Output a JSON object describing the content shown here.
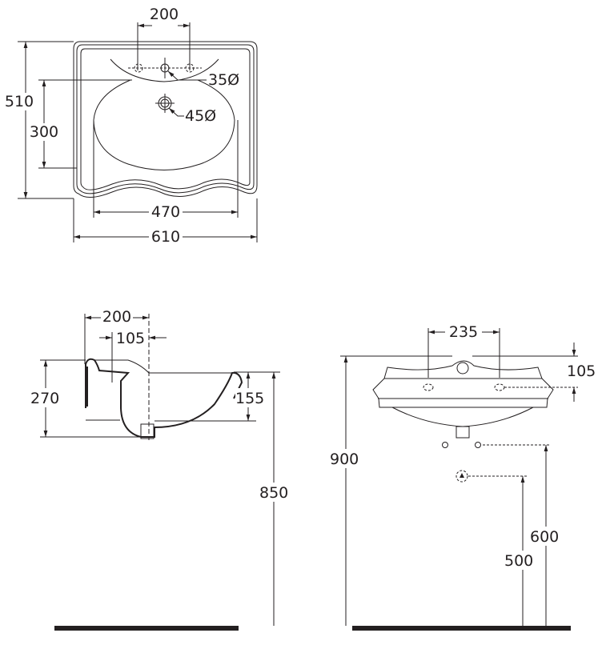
{
  "top_view": {
    "width_tap_spacing": "200",
    "overall_depth": "510",
    "bowl_depth": "300",
    "bowl_width": "470",
    "overall_width": "610",
    "tap_hole": "35Ø",
    "waste_hole": "45Ø"
  },
  "side_view": {
    "back_to_tap": "200",
    "tap_offset": "105",
    "overall_height": "270",
    "bowl_height": "155",
    "mount_height": "850"
  },
  "front_view": {
    "tap_spacing": "235",
    "tap_height": "105",
    "overall_height": "900",
    "supply_height": "600",
    "waste_height": "500"
  }
}
